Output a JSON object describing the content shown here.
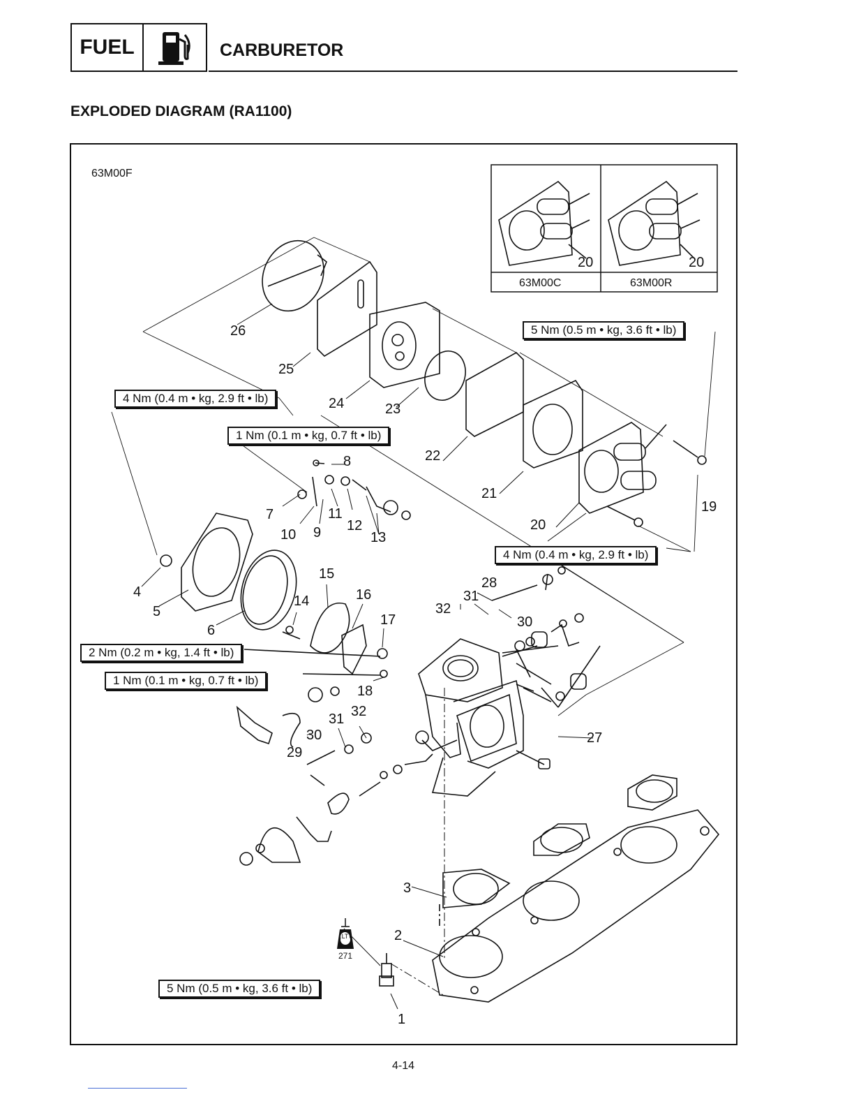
{
  "header": {
    "section_tab": "FUEL",
    "section_icon": "fuel-pump-icon",
    "page_title": "CARBURETOR"
  },
  "diagram": {
    "heading": "EXPLODED DIAGRAM (RA1100)",
    "model_main": "63M00F",
    "inset_models": [
      "63M00C",
      "63M00R"
    ],
    "inset_part_label": "20",
    "torque_specs": {
      "t1": "5 Nm (0.5 m • kg, 3.6 ft • lb)",
      "t2": "4 Nm (0.4 m • kg, 2.9 ft • lb)",
      "t3": "1 Nm (0.1 m • kg, 0.7 ft • lb)",
      "t4": "4 Nm (0.4 m • kg, 2.9 ft • lb)",
      "t5": "2 Nm (0.2 m • kg, 1.4 ft • lb)",
      "t6": "1 Nm (0.1 m • kg, 0.7 ft • lb)",
      "t7": "5 Nm (0.5 m • kg, 3.6 ft • lb)"
    },
    "part_labels": {
      "p1": "1",
      "p2": "2",
      "p3": "3",
      "p4": "4",
      "p5": "5",
      "p6": "6",
      "p7": "7",
      "p8": "8",
      "p9": "9",
      "p10": "10",
      "p11": "11",
      "p12": "12",
      "p13": "13",
      "p14": "14",
      "p15": "15",
      "p16": "16",
      "p17": "17",
      "p18": "18",
      "p19": "19",
      "p20": "20",
      "p21": "21",
      "p22": "22",
      "p23": "23",
      "p24": "24",
      "p25": "25",
      "p26": "26",
      "p27": "27",
      "p28": "28",
      "p29": "29",
      "p30a": "30",
      "p30b": "30",
      "p31a": "31",
      "p31b": "31",
      "p32a": "32",
      "p32b": "32"
    },
    "loctite": {
      "badge": "LT",
      "number": "271",
      "icon": "loctite-bottle-icon"
    }
  },
  "footer": {
    "page_number": "4-14"
  }
}
